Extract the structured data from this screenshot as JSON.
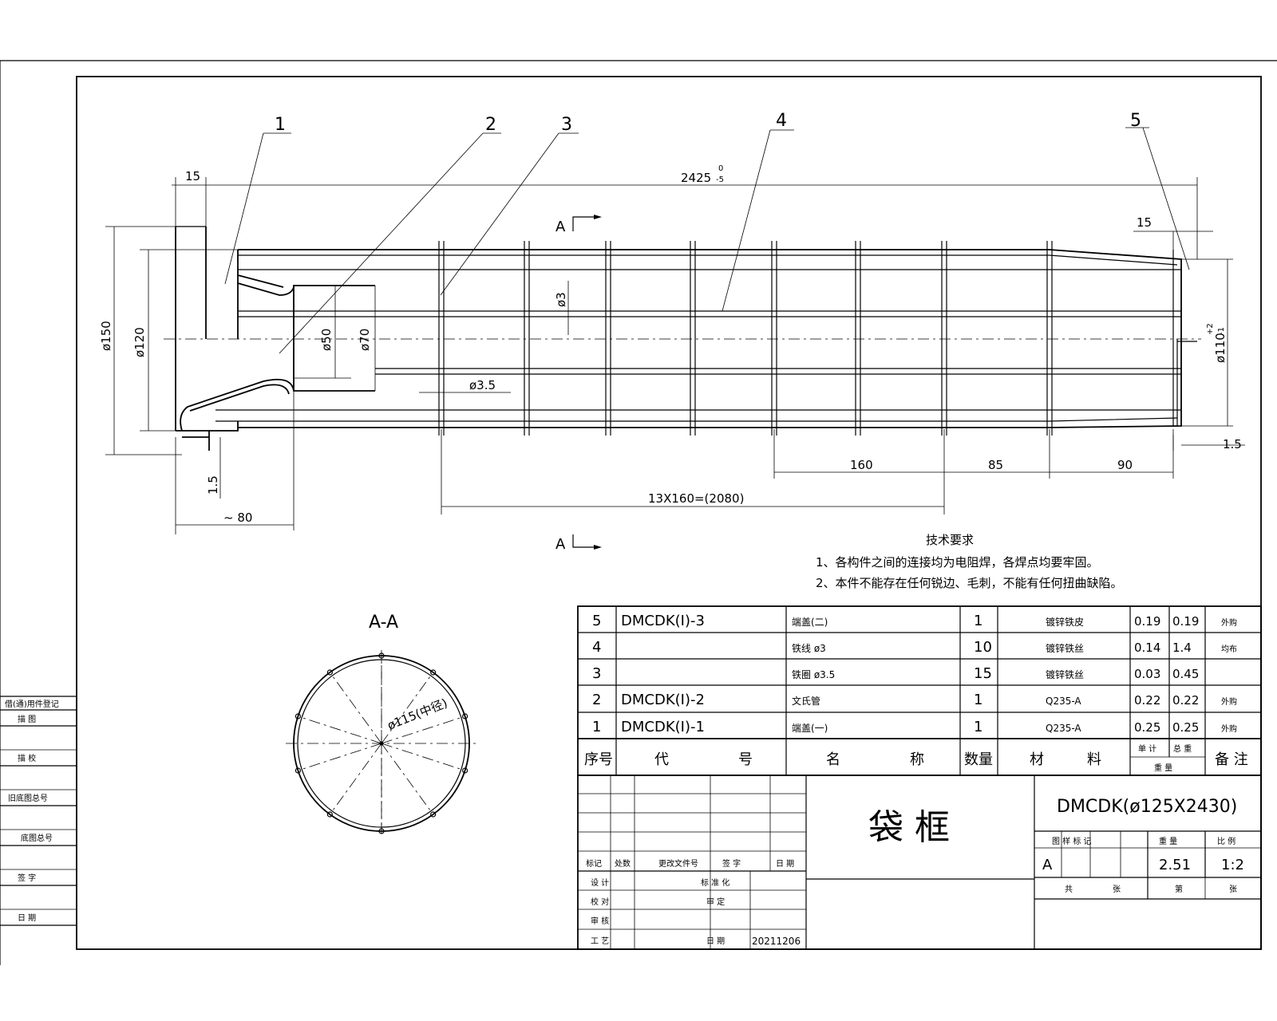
{
  "views": {
    "main": {
      "part_callouts": [
        "1",
        "2",
        "3",
        "4",
        "5"
      ],
      "dimensions": {
        "overall_length": "2425",
        "overall_tol_upper": "0",
        "overall_tol_lower": "-5",
        "left_flange_width": "15",
        "right_offset": "15",
        "dia_150": "ø150",
        "dia_120": "ø120",
        "dia_50": "ø50",
        "dia_70": "ø70",
        "dia_3": "ø3",
        "dia_35": "ø3.5",
        "dia_110": "ø110",
        "dia_110_tol_upper": "+2",
        "dia_110_tol_lower": "-1",
        "seg_160": "160",
        "seg_85": "85",
        "seg_90": "90",
        "right_15": "1.5",
        "left_15": "1.5",
        "left_80": "~ 80",
        "ring_pitch": "13X160=(2080)"
      },
      "section_marker_top": "A",
      "section_marker_bottom": "A"
    },
    "section": {
      "title": "A-A",
      "dia_label": "ø115(中径)"
    }
  },
  "tech_requirements": {
    "title": "技术要求",
    "items": [
      "1、各构件之间的连接均为电阻焊，各焊点均要牢固。",
      "2、本件不能存在任何锐边、毛刺，不能有任何扭曲缺陷。"
    ]
  },
  "bom": {
    "rows": [
      {
        "no": "5",
        "code": "DMCDK(I)-3",
        "name": "端盖(二)",
        "qty": "1",
        "material": "镀锌铁皮",
        "unit_wt": "0.19",
        "total_wt": "0.19",
        "remark": "外购"
      },
      {
        "no": "4",
        "code": "",
        "name": "铁线 ø3",
        "qty": "10",
        "material": "镀锌铁丝",
        "unit_wt": "0.14",
        "total_wt": "1.4",
        "remark": "均布"
      },
      {
        "no": "3",
        "code": "",
        "name": "铁圈 ø3.5",
        "qty": "15",
        "material": "镀锌铁丝",
        "unit_wt": "0.03",
        "total_wt": "0.45",
        "remark": ""
      },
      {
        "no": "2",
        "code": "DMCDK(I)-2",
        "name": "文氏管",
        "qty": "1",
        "material": "Q235-A",
        "unit_wt": "0.22",
        "total_wt": "0.22",
        "remark": "外购"
      },
      {
        "no": "1",
        "code": "DMCDK(I)-1",
        "name": "端盖(一)",
        "qty": "1",
        "material": "Q235-A",
        "unit_wt": "0.25",
        "total_wt": "0.25",
        "remark": "外购"
      }
    ],
    "header": {
      "no": "序号",
      "code_a": "代",
      "code_b": "号",
      "name_a": "名",
      "name_b": "称",
      "qty": "数量",
      "mat_a": "材",
      "mat_b": "料",
      "unit": "单 计",
      "total": "总 重",
      "weight": "重 量",
      "remark": "备 注"
    }
  },
  "title_block": {
    "part_name": "袋 框",
    "drawing_no": "DMCDK(ø125X2430)",
    "stage_label": "图 样 标 记",
    "weight_label": "重 量",
    "scale_label": "比 例",
    "stage": "A",
    "weight": "2.51",
    "scale": "1:2",
    "sheets_total": "共",
    "sheets_unit": "张",
    "sheet_no": "第",
    "sheet_unit": "张",
    "rev_headers": [
      "标记",
      "处数",
      "更改文件号",
      "签 字",
      "日 期"
    ],
    "roles": [
      "设 计",
      "校 对",
      "审 核",
      "工 艺"
    ],
    "std": "标 准 化",
    "approve": "审 定",
    "date_label": "日 期",
    "date": "20211206"
  },
  "side_strip": {
    "labels": [
      "借(通)用件登记",
      "描 图",
      "描 校",
      "旧底图总号",
      "底图总号",
      "签 字",
      "日 期"
    ]
  }
}
